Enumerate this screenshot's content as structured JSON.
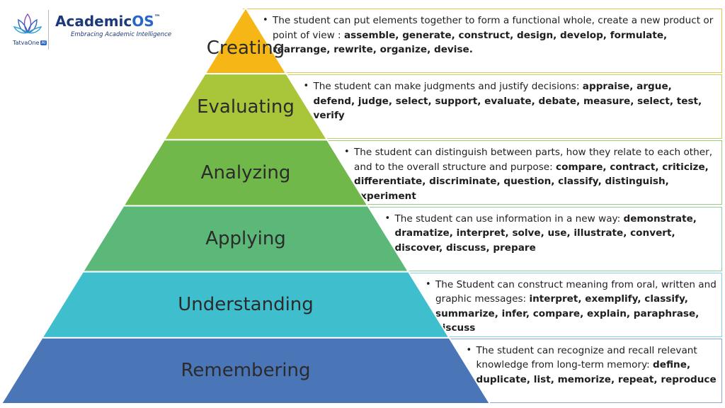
{
  "logo": {
    "brand_main": "Academic",
    "brand_suffix": "OS",
    "brand_tm": "™",
    "tagline": "Embracing Academic Intelligence",
    "company": "TatvaOne",
    "company_badge": "AI"
  },
  "levels": [
    {
      "label": "Creating",
      "color": "#f5b616",
      "border": "#e8c24a",
      "intro": "The student can put elements together to form a functional whole, create a new product or point of view : ",
      "verbs": "assemble, generate, construct, design, develop, formulate, rearrange, rewrite, organize, devise."
    },
    {
      "label": "Evaluating",
      "color": "#a9c53a",
      "border": "#bcd36a",
      "intro": "The student can make judgments and justify decisions: ",
      "verbs": "appraise, argue, defend, judge, select, support, evaluate, debate, measure, select, test, verify"
    },
    {
      "label": "Analyzing",
      "color": "#71b84a",
      "border": "#98cc7a",
      "intro": "The student can distinguish between parts, how they relate to each other, and to the overall structure and purpose: ",
      "verbs": "compare, contract, criticize, differentiate, discriminate, question, classify, distinguish, experiment"
    },
    {
      "label": "Applying",
      "color": "#5bb878",
      "border": "#8fd0a2",
      "intro": "The student can use information in a new way: ",
      "verbs": "demonstrate, dramatize, interpret, solve, use, illustrate, convert, discover, discuss, prepare"
    },
    {
      "label": "Understanding",
      "color": "#3fbfcd",
      "border": "#7fd4dd",
      "intro": "The Student can construct meaning from oral, written and graphic messages: ",
      "verbs": "interpret, exemplify, classify, summarize, infer, compare, explain, paraphrase, discuss"
    },
    {
      "label": "Remembering",
      "color": "#4a76b8",
      "border": "#8aa8d4",
      "intro": "The student can recognize and recall relevant knowledge from long-term memory: ",
      "verbs": "define, duplicate, list, memorize, repeat, reproduce"
    }
  ]
}
